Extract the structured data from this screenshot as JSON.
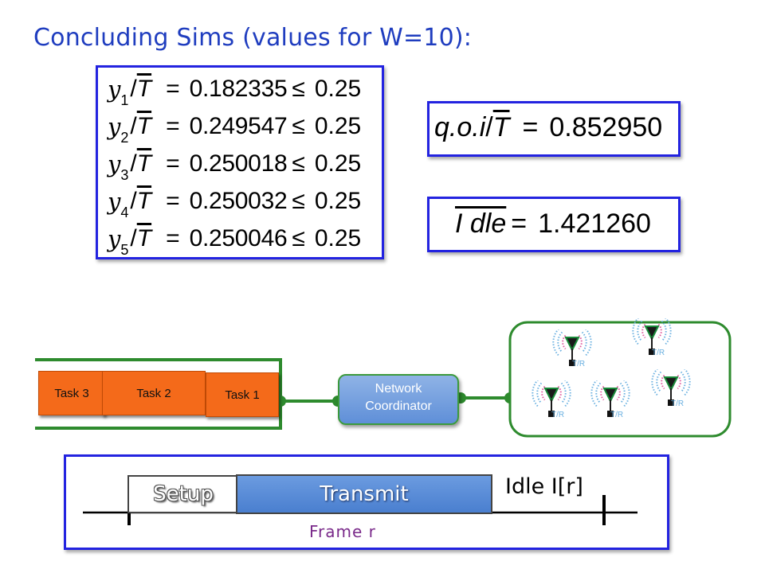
{
  "title": "Concluding Sims (values for W=10):",
  "ratios": [
    {
      "var": "y",
      "sub": "1",
      "den": "T",
      "value": "0.182335",
      "rel": "≤",
      "bound": "0.25"
    },
    {
      "var": "y",
      "sub": "2",
      "den": "T",
      "value": "0.249547",
      "rel": "≤",
      "bound": "0.25"
    },
    {
      "var": "y",
      "sub": "3",
      "den": "T",
      "value": "0.250018",
      "rel": "≤",
      "bound": "0.25"
    },
    {
      "var": "y",
      "sub": "4",
      "den": "T",
      "value": "0.250032",
      "rel": "≤",
      "bound": "0.25"
    },
    {
      "var": "y",
      "sub": "5",
      "den": "T",
      "value": "0.250046",
      "rel": "≤",
      "bound": "0.25"
    }
  ],
  "qoi": {
    "lhs": "q.o.i",
    "den": "T",
    "value": "0.852950"
  },
  "idle_eq": {
    "lhs": "I dle",
    "value": "1.421260"
  },
  "tasks": [
    "Task 3",
    "Task 2",
    "Task 1"
  ],
  "coordinator": {
    "line1": "Network",
    "line2": "Coordinator"
  },
  "antenna_label": "T/R",
  "frame": {
    "setup": "Setup",
    "transmit": "Transmit",
    "idle": "Idle I[r]",
    "label": "Frame  r"
  },
  "colors": {
    "title": "#1f3dbf",
    "box_border": "#2323e0",
    "task": "#f46a1a",
    "connector": "#2e8b2e",
    "transmit": "#4a7fcf"
  }
}
